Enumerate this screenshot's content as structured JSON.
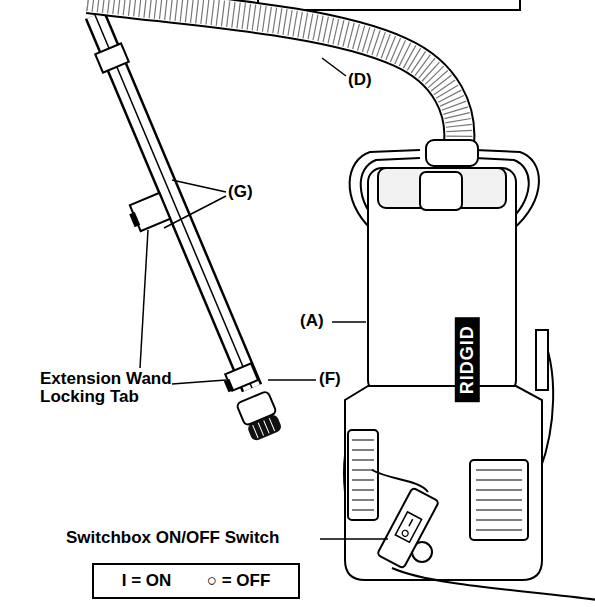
{
  "diagram": {
    "nodes": [
      {
        "text": [
          "I = ON",
          "○ = OFF"
        ]
      }
    ],
    "labels": [
      "(D)",
      "(G)",
      "(A)",
      "Extension Wand Locking Tab",
      "(F)",
      "RIDGID",
      "Switchbox ON/OFF Switch"
    ]
  }
}
